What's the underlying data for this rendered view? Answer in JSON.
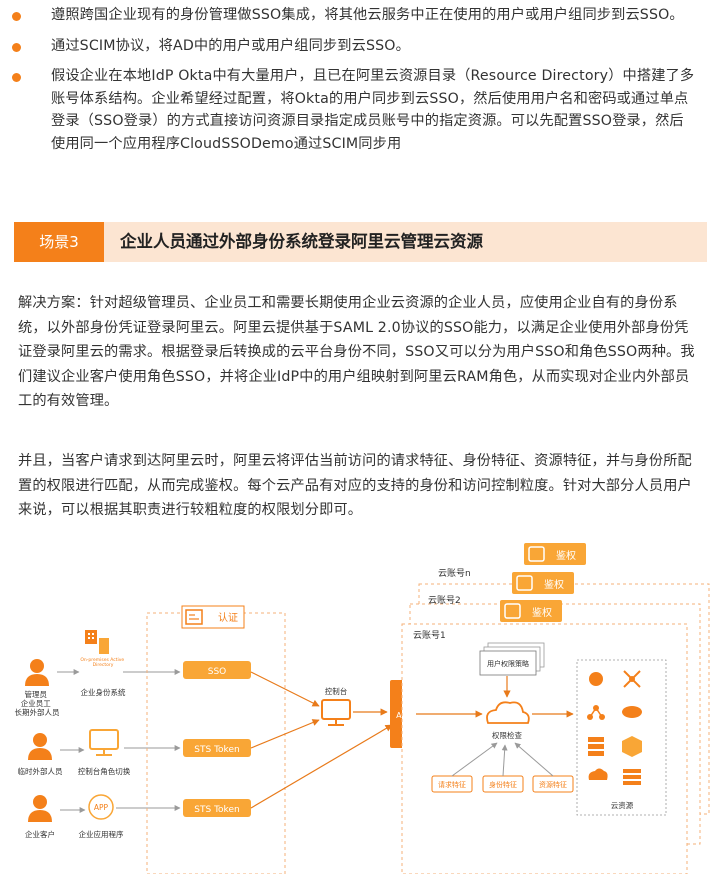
{
  "bullets": [
    "遵照跨国企业现有的身份管理做SSO集成，将其他云服务中正在使用的用户或用户组同步到云SSO。",
    "通过SCIM协议，将AD中的用户或用户组同步到云SSO。",
    "假设企业在本地IdP Okta中有大量用户，且已在阿里云资源目录（Resource Directory）中搭建了多账号体系结构。企业希望经过配置，将Okta的用户同步到云SSO，然后使用用户名和密码或通过单点登录（SSO登录）的方式直接访问资源目录指定成员账号中的指定资源。可以先配置SSO登录，然后使用同一个应用程序CloudSSODemo通过SCIM同步用"
  ],
  "section": {
    "tag": "场景3",
    "title": "企业人员通过外部身份系统登录阿里云管理云资源"
  },
  "paragraphs": [
    "解决方案：针对超级管理员、企业员工和需要长期使用企业云资源的企业人员，应使用企业自有的身份系统，以外部身份凭证登录阿里云。阿里云提供基于SAML 2.0协议的SSO能力，以满足企业使用外部身份凭证登录阿里云的需求。根据登录后转换成的云平台身份不同，SSO又可以分为用户SSO和角色SSO两种。我们建议企业客户使用角色SSO，并将企业IdP中的用户组映射到阿里云RAM角色，从而实现对企业内外部员工的有效管理。",
    "并且，当客户请求到达阿里云时，阿里云将评估当前访问的请求特征、身份特征、资源特征，并与身份所配置的权限进行匹配，从而完成鉴权。每个云产品有对应的支持的身份和访问控制粒度。针对大部分人员用户来说，可以根据其职责进行较粗粒度的权限划分即可。"
  ],
  "diagram": {
    "actors": [
      {
        "label": "管理员\n企业员工\n长期外部人员"
      },
      {
        "label": "临时外部人员"
      },
      {
        "label": "企业客户"
      }
    ],
    "identity_sources": [
      {
        "label": "企业身份系统",
        "icon_text": "On-premises Active\nDirectory"
      },
      {
        "label": "控制台角色切换"
      },
      {
        "label": "企业应用程序",
        "icon_text": "APP"
      }
    ],
    "auth_title": "认证",
    "tokens": [
      "SSO",
      "STS Token",
      "STS Token"
    ],
    "console_label": "控制台",
    "api_label": "API",
    "accounts": [
      "云账号n",
      "云账号2",
      "云账号1"
    ],
    "authz_label": "鉴权",
    "policy_label": "用户权限策略",
    "check_label": "权限检查",
    "features": [
      "请求特征",
      "身份特征",
      "资源特征"
    ],
    "resources_label": "云资源",
    "colors": {
      "accent": "#F4801A",
      "light": "#F9A636",
      "line": "#E87A1A"
    }
  }
}
